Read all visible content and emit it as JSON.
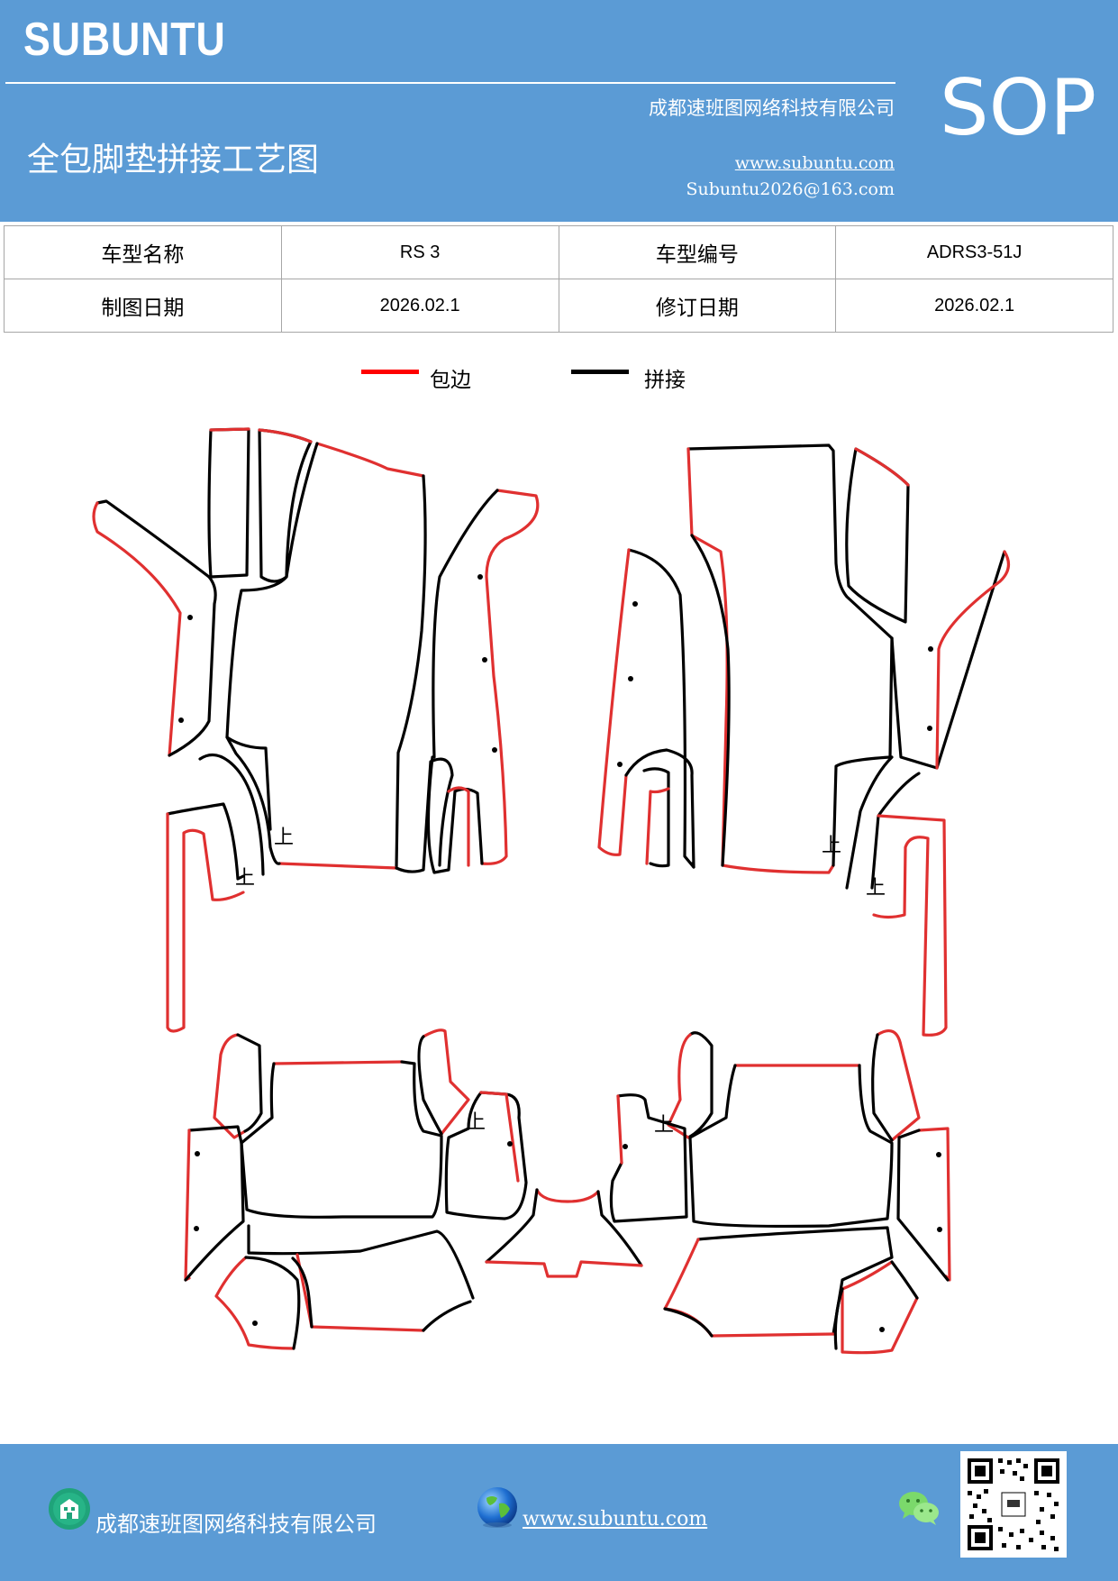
{
  "header": {
    "brand": "SUBUNTU",
    "company": "成都速班图网络科技有限公司",
    "title": "全包脚垫拼接工艺图",
    "website": "www.subuntu.com",
    "email": "Subuntu2026@163.com",
    "badge": "SOP"
  },
  "info": {
    "model_name_label": "车型名称",
    "model_name": "RS 3",
    "model_code_label": "车型编号",
    "model_code": "ADRS3-51J",
    "draw_date_label": "制图日期",
    "draw_date": "2026.02.1",
    "revise_date_label": "修订日期",
    "revise_date": "2026.02.1"
  },
  "legend": {
    "edge_label": "包边",
    "edge_color": "#ff0000",
    "seam_label": "拼接",
    "seam_color": "#000000"
  },
  "drawing": {
    "marker": "上"
  },
  "footer": {
    "company": "成都速班图网络科技有限公司",
    "website": "www.subuntu.com",
    "icons": [
      "building-icon",
      "globe-icon",
      "wechat-icon",
      "qr-code"
    ]
  }
}
